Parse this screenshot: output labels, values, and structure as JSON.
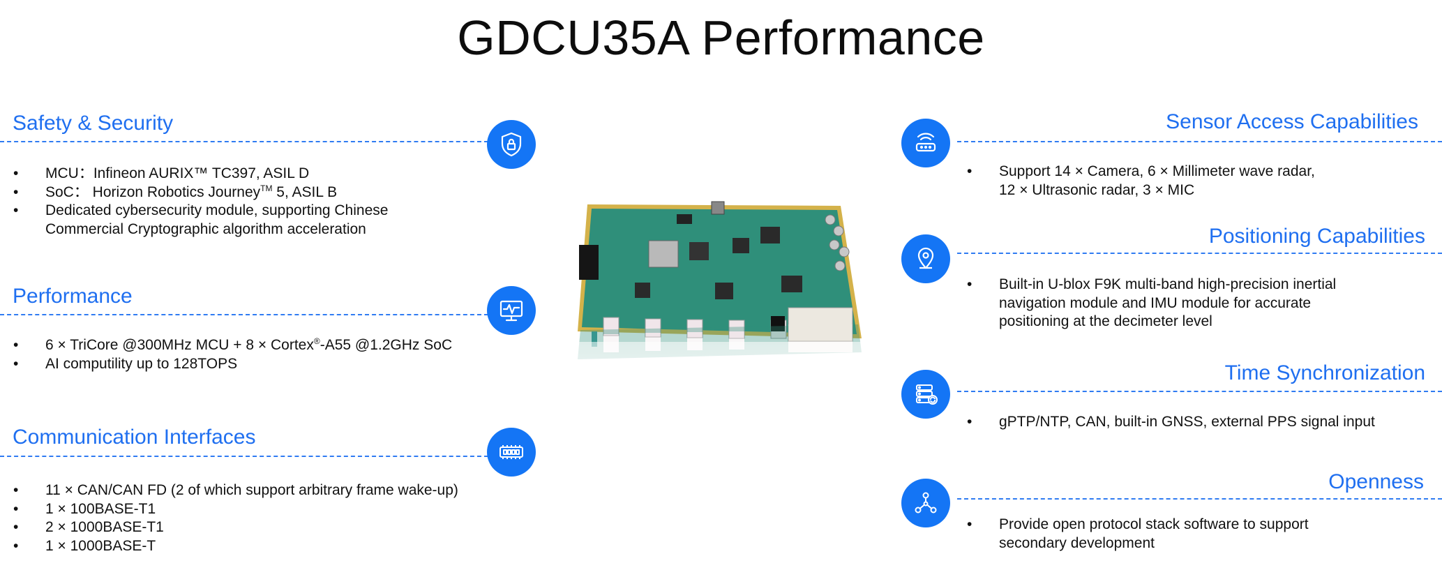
{
  "page": {
    "title": "GDCU35A Performance"
  },
  "left": [
    {
      "title": "Safety & Security",
      "icon": "shield-lock-icon",
      "bullets": [
        {
          "text": "MCU：Infineon AURIX™ TC397, ASIL D"
        },
        {
          "pre": "SoC： Horizon Robotics Journey",
          "sup": "TM",
          "post": " 5, ASIL B"
        },
        {
          "text": "Dedicated cybersecurity module, supporting Chinese",
          "cont": "Commercial Cryptographic algorithm acceleration"
        }
      ]
    },
    {
      "title": "Performance",
      "icon": "monitor-pulse-icon",
      "bullets": [
        {
          "pre": "6 × TriCore @300MHz MCU + 8 × Cortex",
          "sup": "®",
          "post": "-A55 @1.2GHz SoC"
        },
        {
          "text": "AI computility up to 128TOPS"
        }
      ]
    },
    {
      "title": "Communication Interfaces",
      "icon": "chip-board-icon",
      "bullets": [
        {
          "text": "11 × CAN/CAN FD (2 of which support arbitrary frame wake-up)"
        },
        {
          "text": "1 ×  100BASE-T1"
        },
        {
          "text": "2 ×  1000BASE-T1"
        },
        {
          "text": "1 ×  1000BASE-T"
        }
      ]
    }
  ],
  "right": [
    {
      "title": "Sensor Access Capabilities",
      "icon": "wireless-sensor-icon",
      "bullets": [
        {
          "text": "Support 14 × Camera, 6 × Millimeter wave radar,",
          "cont": "12 × Ultrasonic radar, 3 × MIC"
        }
      ]
    },
    {
      "title": "Positioning Capabilities",
      "icon": "location-pin-icon",
      "bullets": [
        {
          "text": "Built-in U-blox F9K multi-band high-precision inertial",
          "cont": "navigation module and IMU module for accurate",
          "cont2": "positioning at the decimeter level"
        }
      ]
    },
    {
      "title": "Time Synchronization",
      "icon": "server-sync-icon",
      "bullets": [
        {
          "text": "gPTP/NTP, CAN, built-in GNSS, external PPS signal input"
        }
      ]
    },
    {
      "title": "Openness",
      "icon": "network-nodes-icon",
      "bullets": [
        {
          "text": "Provide open protocol stack software to support",
          "cont": "secondary development"
        }
      ]
    }
  ],
  "bullet_char": "•",
  "colors": {
    "accent": "#1f6ff0",
    "icon_bg": "#1475f5",
    "dash": "#2f7bf2",
    "board_pcb": "#2f8f7a",
    "board_edge": "#d4b24a"
  }
}
